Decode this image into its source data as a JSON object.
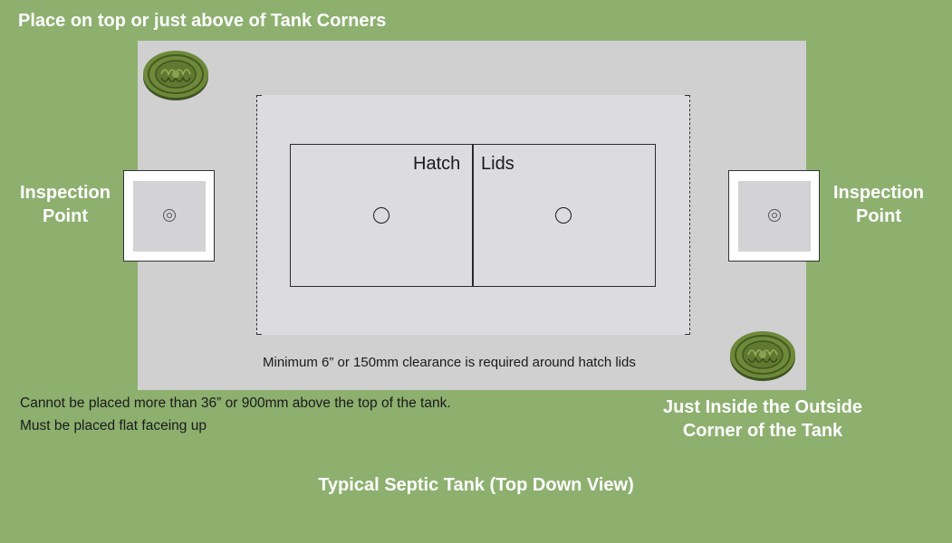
{
  "labels": {
    "top_title": "Place on top or just above of Tank Corners",
    "hatch": "Hatch",
    "lids": "Lids",
    "inspection_left": [
      "Inspection",
      "Point"
    ],
    "inspection_right": [
      "Inspection",
      "Point"
    ],
    "clearance_note": "Minimum 6” or 150mm clearance is required around hatch lids",
    "note_1": "Cannot be placed more than 36” or 900mm above the top of the tank.",
    "note_2": "Must be placed flat faceing up",
    "corner_label": [
      "Just Inside the Outside",
      "Corner of the Tank"
    ],
    "bottom_title": "Typical Septic Tank (Top Down View)"
  },
  "colors": {
    "background": "#8db06f",
    "tank": "#d0d0d1",
    "clearance_zone": "#dcdcde",
    "marker_green": "#5f7a30"
  },
  "icons": {
    "marker": "ornate-round-ground-marker-icon",
    "lid": "circle-outline-icon",
    "inspection": "concentric-circle-icon"
  }
}
